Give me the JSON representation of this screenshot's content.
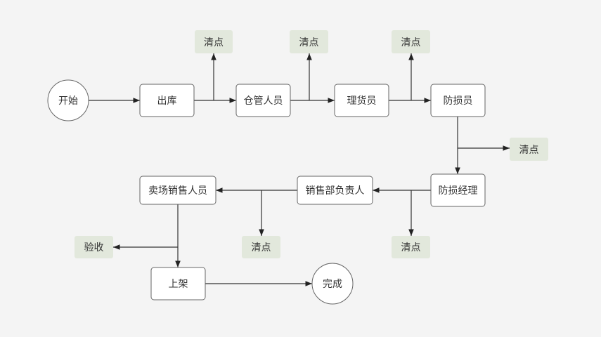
{
  "nodes": {
    "start": "开始",
    "outbound": "出库",
    "warehouse_staff": "仓管人员",
    "tally_clerk": "理货员",
    "loss_prevention": "防损员",
    "loss_prevention_manager": "防损经理",
    "sales_head": "销售部负责人",
    "floor_sales": "卖场销售人员",
    "shelving": "上架",
    "finish": "完成"
  },
  "notes": {
    "count_1": "清点",
    "count_2": "清点",
    "count_3": "清点",
    "count_4": "清点",
    "count_5": "清点",
    "count_6": "清点",
    "acceptance": "验收"
  },
  "colors": {
    "background": "#f4f4f4",
    "note_fill": "#e2e8dc",
    "node_stroke": "#666666"
  }
}
